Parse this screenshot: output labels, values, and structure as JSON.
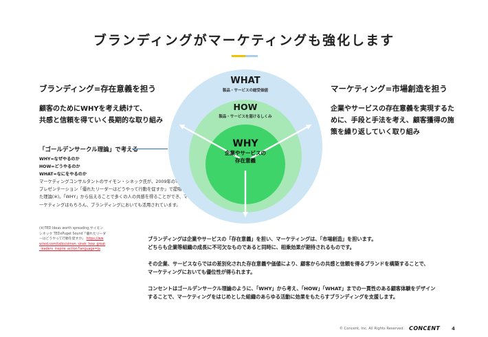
{
  "title": "ブランディングがマーケティングも強化します",
  "left": {
    "heading": "ブランディング=存在意義を担う",
    "body": [
      "顧客のためにWHYを考え続けて、",
      "共感と信頼を得ていく長期的な取り組み"
    ]
  },
  "right": {
    "heading": "マーケティング=市場創造を担う",
    "body": "企業やサービスの存在意義を実現するために、手段と手法を考え、顧客獲得の施策を繰り返していく取り組み"
  },
  "golden_circle": {
    "title": "「ゴールデンサークル理論」で考える",
    "list": [
      "WHY=なぜやるのか",
      "HOW=どうやるのか",
      "WHAT=なにをやるのか"
    ],
    "body": "マーケティングコンサルタントのサイモン・シネック氏が、2009年のTEDのプレゼンテーション「優れたリーダーはどうやって行動を促すか」で提唱した理論(※)。「WHY」から伝えることで多くの人の共感を得ることができ、マーケティングはもちろん、ブランディングにおいても活用されています。"
  },
  "note": {
    "text": "(※)TED Ideas worth spreading,サイモン シネック TEDxPuget Sound「優れたリーダーはどうやって行動を促すか」",
    "link": "https://www.ted.com/talks/simon_sinek_how_great_leaders_inspire_action?language=ja"
  },
  "diagram": {
    "what_label": "WHAT",
    "what_sub": "製品・サービスの総受価値",
    "how_label": "HOW",
    "how_sub": "製品・サービスを届けるしくみ",
    "why_label": "WHY",
    "why_sub1": "企業やサービスの",
    "why_sub2": "存在意義",
    "colors": {
      "outer": "#cde5f4",
      "middle": "#a7e8b6",
      "inner": "#3fd46a",
      "arrows": "#ffffff"
    }
  },
  "paragraphs": [
    [
      "ブランディングは企業やサービスの「存在意義」を担い、マーケティングは、「市場創造」を担います。",
      "どちらも企業等組織の成長に不可欠なものであると同時に、相乗効果が期待されるものです。"
    ],
    [
      "その企業、サービスならではの差別化された存在意義や価値により、顧客からの共感と信頼を得るブランドを構築することで、",
      "マーケティングにおいても優位性が得られます。"
    ],
    [
      "コンセントはゴールデンサークル理論のように、「WHY」から考え、「HOW」「WHAT」までの一貫性のある顧客体験をデザイン",
      "することで、マーケティングをはじめとした組織のあらゆる活動に効果をもたらすブランディングを支援します。"
    ]
  ],
  "footer": {
    "copyright": "© Concent, Inc. All Rights Reserved.",
    "logo": "CONCENT",
    "page": "4"
  }
}
